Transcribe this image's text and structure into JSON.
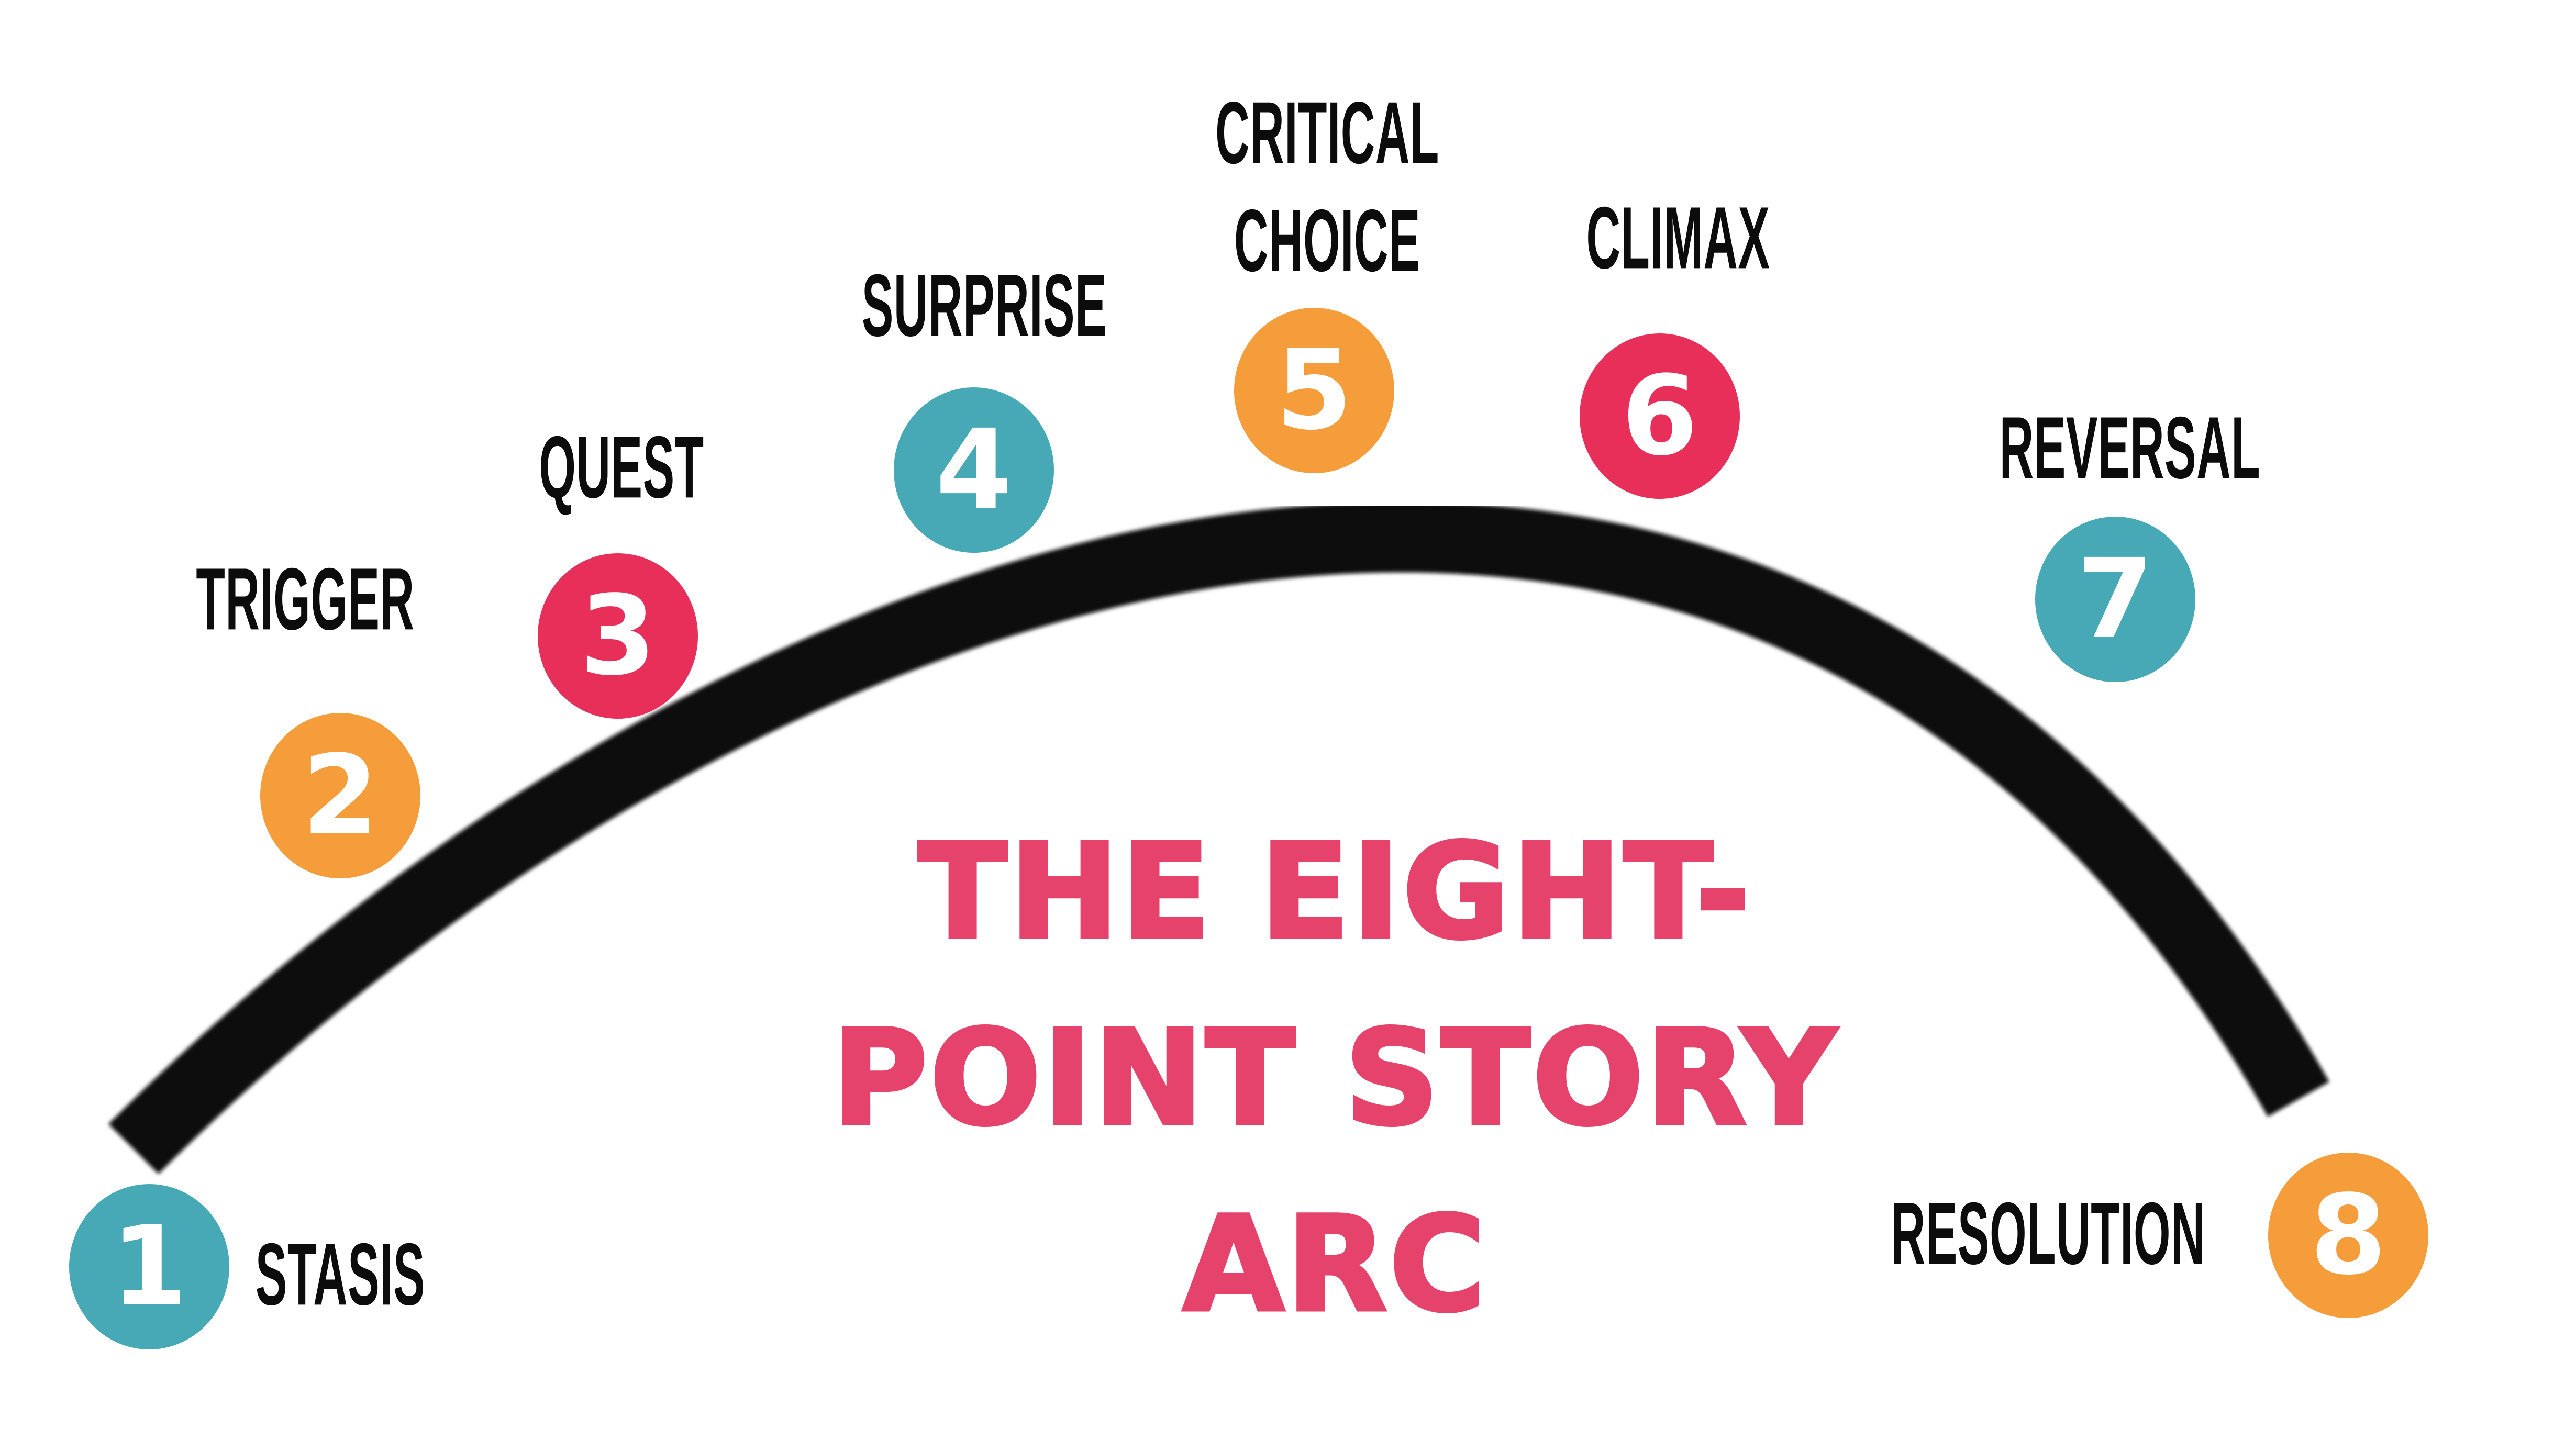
{
  "title": {
    "full_text": "THE EIGHT-POINT STORY ARC",
    "lines": [
      "THE EIGHT-",
      "POINT STORY",
      "ARC"
    ],
    "color": "#e5436b"
  },
  "arc": {
    "color": "#070707"
  },
  "palette": {
    "teal": "#46a9b5",
    "orange": "#f59c3b",
    "pink": "#e72f59",
    "label_black": "#0c0c0c",
    "number_white": "#ffffff"
  },
  "points": [
    {
      "number": "1",
      "label": "STASIS",
      "color": "#46a9b5"
    },
    {
      "number": "2",
      "label": "TRIGGER",
      "color": "#f59c3b"
    },
    {
      "number": "3",
      "label": "QUEST",
      "color": "#e72f59"
    },
    {
      "number": "4",
      "label": "SURPRISE",
      "color": "#46a9b5"
    },
    {
      "number": "5",
      "label": "CRITICAL\nCHOICE",
      "color": "#f59c3b"
    },
    {
      "number": "6",
      "label": "CLIMAX",
      "color": "#e72f59"
    },
    {
      "number": "7",
      "label": "REVERSAL",
      "color": "#46a9b5"
    },
    {
      "number": "8",
      "label": "RESOLUTION",
      "color": "#f59c3b"
    }
  ]
}
